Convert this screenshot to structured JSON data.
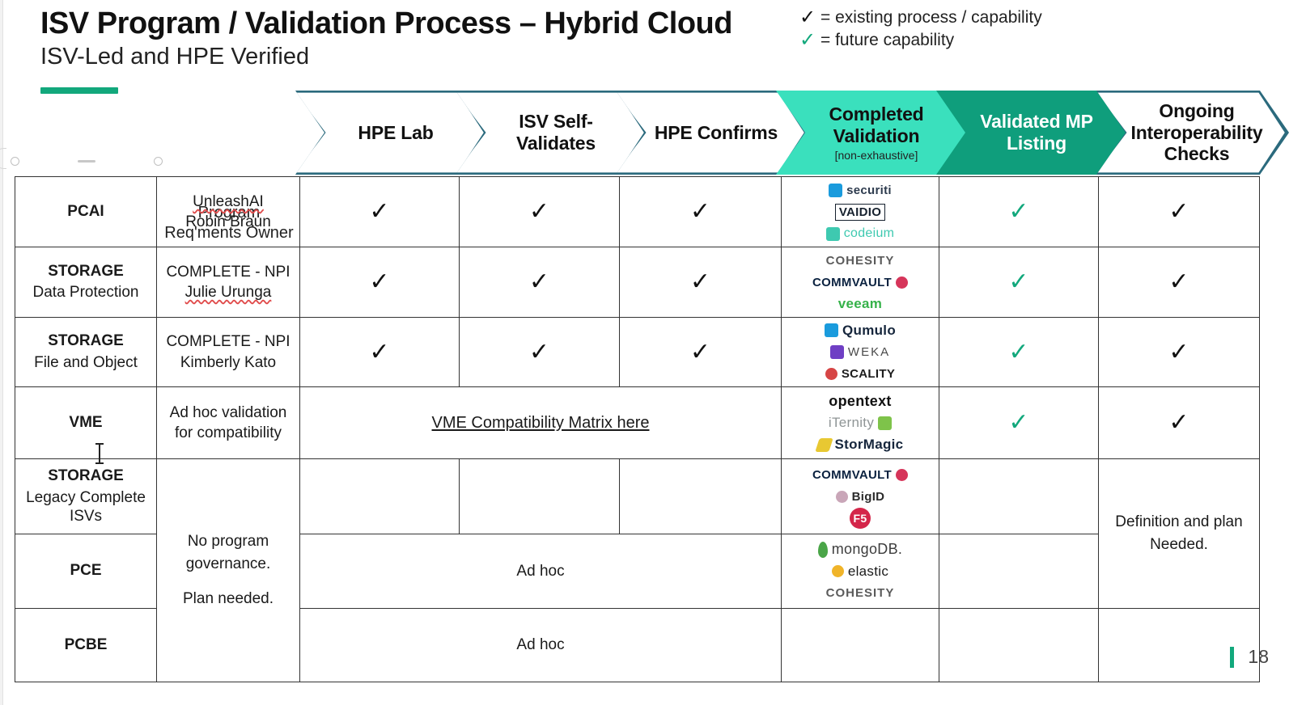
{
  "header": {
    "title": "ISV Program / Validation Process – Hybrid Cloud",
    "subtitle": "ISV-Led and HPE Verified"
  },
  "legend": {
    "items": [
      {
        "check": "✓",
        "color": "#111111",
        "text": "= existing process / capability"
      },
      {
        "check": "✓",
        "color": "#12a87c",
        "text": "= future capability"
      }
    ]
  },
  "columns": {
    "category_header": "",
    "owner_header": "Program Req'ments Owner",
    "stages": [
      {
        "label": "HPE Lab",
        "sub": "",
        "style": "outline"
      },
      {
        "label": "ISV Self-Validates",
        "sub": "",
        "style": "outline"
      },
      {
        "label": "HPE Confirms",
        "sub": "",
        "style": "outline"
      },
      {
        "label": "Completed Validation",
        "sub": "[non-exhaustive]",
        "style": "mint"
      },
      {
        "label": "Validated MP Listing",
        "sub": "",
        "style": "teal"
      },
      {
        "label": "Ongoing Interoperability Checks",
        "sub": "",
        "style": "outline"
      }
    ]
  },
  "rows": [
    {
      "category": "PCAI",
      "category_sub": "",
      "owner_line1": "UnleashAI",
      "owner_line2": "Robin Braun",
      "owner_line1_spellcheck": true,
      "owner_line2_spellcheck": false,
      "hpe_lab": "✓",
      "isv_self": "✓",
      "hpe_confirms": "✓",
      "validated_mp": "✓",
      "ongoing": "✓",
      "logos": [
        {
          "name": "securiti",
          "text": "securiti",
          "text_color": "#2d3b4e",
          "mark": "square",
          "mark_color": "#1a9bdd"
        },
        {
          "name": "vaidio",
          "text": "VAIDIO",
          "text_color": "#16212e",
          "mark": "none",
          "mark_color": ""
        },
        {
          "name": "codeium",
          "text": "codeium",
          "text_color": "#3ec9b0",
          "mark": "square",
          "mark_color": "#3ec9b0"
        }
      ]
    },
    {
      "category": "STORAGE",
      "category_sub": "Data Protection",
      "owner_line1": "COMPLETE - NPI",
      "owner_line2": "Julie Urunga",
      "owner_line1_spellcheck": false,
      "owner_line2_spellcheck": true,
      "hpe_lab": "✓",
      "isv_self": "✓",
      "hpe_confirms": "✓",
      "validated_mp": "✓",
      "ongoing": "✓",
      "logos": [
        {
          "name": "cohesity",
          "text": "COHESITY",
          "text_color": "#5b5b5b",
          "mark": "none",
          "mark_color": ""
        },
        {
          "name": "commvault",
          "text": "COMMVAULT",
          "text_color": "#0b2240",
          "mark": "dot",
          "mark_color": "#d6355a"
        },
        {
          "name": "veeam",
          "text": "veeam",
          "text_color": "#36b24a",
          "mark": "none",
          "mark_color": ""
        }
      ]
    },
    {
      "category": "STORAGE",
      "category_sub": "File and Object",
      "owner_line1": "COMPLETE - NPI",
      "owner_line2": "Kimberly Kato",
      "owner_line1_spellcheck": false,
      "owner_line2_spellcheck": false,
      "hpe_lab": "✓",
      "isv_self": "✓",
      "hpe_confirms": "✓",
      "validated_mp": "✓",
      "ongoing": "✓",
      "logos": [
        {
          "name": "qumulo",
          "text": "Qumulo",
          "text_color": "#16263c",
          "mark": "square",
          "mark_color": "#1a9bdd"
        },
        {
          "name": "weka",
          "text": "WEKA",
          "text_color": "#4a4a4a",
          "mark": "square",
          "mark_color": "#6f3fc4"
        },
        {
          "name": "scality",
          "text": "SCALITY",
          "text_color": "#1d1d1d",
          "mark": "dot",
          "mark_color": "#d64545"
        }
      ]
    },
    {
      "category": "VME",
      "category_sub": "",
      "owner_line1": "Ad hoc validation",
      "owner_line2": "for compatibility",
      "owner_line1_spellcheck": false,
      "owner_line2_spellcheck": false,
      "merged_link": "VME Compatibility Matrix here",
      "validated_mp": "✓",
      "ongoing": "✓",
      "logos": [
        {
          "name": "opentext",
          "text": "opentext",
          "text_color": "#111111",
          "mark": "none",
          "mark_color": ""
        },
        {
          "name": "iternity",
          "text": "iTernity",
          "text_color": "#8f9596",
          "mark": "square",
          "mark_color": "#7ec34a"
        },
        {
          "name": "stormagic",
          "text": "StorMagic",
          "text_color": "#16263c",
          "mark": "square",
          "mark_color": "#e8c832"
        }
      ]
    },
    {
      "category": "STORAGE",
      "category_sub": "Legacy Complete ISVs",
      "hpe_lab": "",
      "isv_self": "",
      "hpe_confirms": "",
      "validated_mp": "",
      "ongoing": "",
      "logos": [
        {
          "name": "commvault",
          "text": "COMMVAULT",
          "text_color": "#0b2240",
          "mark": "dot",
          "mark_color": "#d6355a"
        },
        {
          "name": "bigid",
          "text": "BigID",
          "text_color": "#2b2b2b",
          "mark": "dot",
          "mark_color": "#c9a6b8"
        },
        {
          "name": "f5",
          "text": "F5",
          "text_color": "#ffffff",
          "mark": "dot",
          "mark_color": "#d4264a"
        }
      ]
    },
    {
      "category": "PCE",
      "category_sub": "",
      "merged_text": "Ad hoc",
      "validated_mp": "",
      "ongoing": "",
      "logos": [
        {
          "name": "mongodb",
          "text": "mongoDB.",
          "text_color": "#3d3d3d",
          "mark": "leaf",
          "mark_color": "#4aa548"
        },
        {
          "name": "elastic",
          "text": "elastic",
          "text_color": "#1a1a1a",
          "mark": "dot",
          "mark_color": "#f0b429"
        },
        {
          "name": "cohesity",
          "text": "COHESITY",
          "text_color": "#5b5b5b",
          "mark": "none",
          "mark_color": ""
        }
      ]
    },
    {
      "category": "PCBE",
      "category_sub": "",
      "merged_text": "Ad hoc",
      "validated_mp": "",
      "ongoing": "",
      "logos": []
    }
  ],
  "governance_note": {
    "line1": "No program governance.",
    "line2": "Plan needed."
  },
  "ongoing_note": "Definition and plan Needed.",
  "page": {
    "number": "18"
  },
  "colors": {
    "accent_green": "#12a87c",
    "mint": "#3ae0bd",
    "teal": "#0f9e7c",
    "chevron_outline": "#2b6a7d"
  }
}
